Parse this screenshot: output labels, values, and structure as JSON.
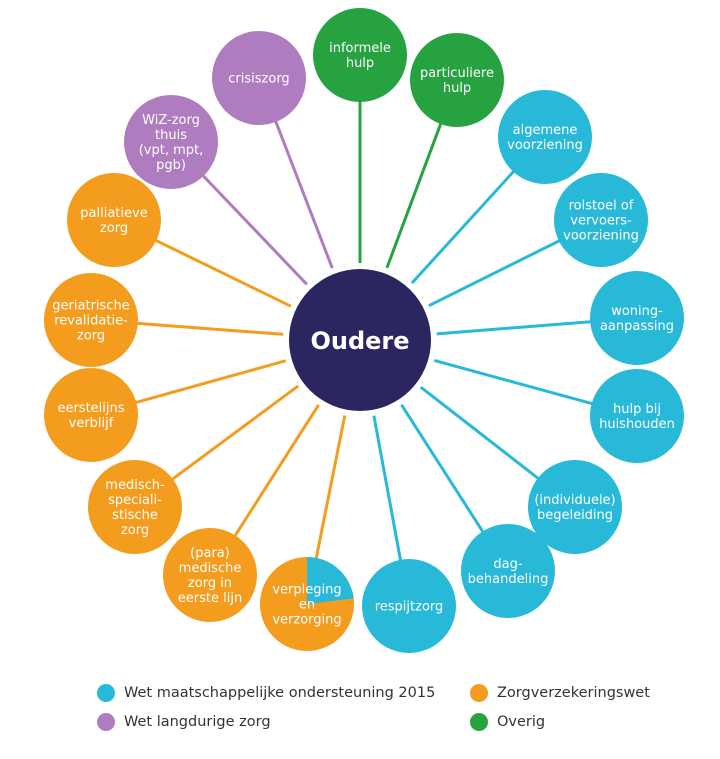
{
  "colors": {
    "wmo": "#29b9d8",
    "zvw": "#f39c1e",
    "wlz": "#b07cc0",
    "overig": "#26a240",
    "center": "#2b2560"
  },
  "center": {
    "label": "Oudere"
  },
  "nodes": [
    {
      "id": "informele-hulp",
      "lines": [
        "informele",
        "hulp"
      ],
      "category": "overig"
    },
    {
      "id": "particuliere-hulp",
      "lines": [
        "particuliere",
        "hulp"
      ],
      "category": "overig"
    },
    {
      "id": "algemene-voorziening",
      "lines": [
        "algemene",
        "voorziening"
      ],
      "category": "wmo"
    },
    {
      "id": "rolstoel",
      "lines": [
        "rolstoel of",
        "vervoers-",
        "voorziening"
      ],
      "category": "wmo"
    },
    {
      "id": "woningaanpassing",
      "lines": [
        "woning-",
        "aanpassing"
      ],
      "category": "wmo"
    },
    {
      "id": "hulp-bij-huishouden",
      "lines": [
        "hulp bij",
        "huishouden"
      ],
      "category": "wmo"
    },
    {
      "id": "individuele-begeleiding",
      "lines": [
        "(individuele)",
        "begeleiding"
      ],
      "category": "wmo"
    },
    {
      "id": "dagbehandeling",
      "lines": [
        "dag-",
        "behandeling"
      ],
      "category": "wmo"
    },
    {
      "id": "respijtzorg",
      "lines": [
        "respijtzorg"
      ],
      "category": "wmo"
    },
    {
      "id": "verpleging-en-verzorging",
      "lines": [
        "verpleging",
        "en",
        "verzorging"
      ],
      "category": "split"
    },
    {
      "id": "para-medische-zorg",
      "lines": [
        "(para)",
        "medische",
        "zorg in",
        "eerste lijn"
      ],
      "category": "zvw"
    },
    {
      "id": "medisch-specialistische-zorg",
      "lines": [
        "medisch-",
        "speciali-",
        "stische",
        "zorg"
      ],
      "category": "zvw"
    },
    {
      "id": "eerstelijns-verblijf",
      "lines": [
        "eerstelijns",
        "verblijf"
      ],
      "category": "zvw"
    },
    {
      "id": "geriatrische-revalidatiezorg",
      "lines": [
        "geriatrische",
        "revalidatie-",
        "zorg"
      ],
      "category": "zvw"
    },
    {
      "id": "palliatieve-zorg",
      "lines": [
        "palliatieve",
        "zorg"
      ],
      "category": "zvw"
    },
    {
      "id": "wlz-zorg-thuis",
      "lines": [
        "WiZ-zorg",
        "thuis",
        "(vpt, mpt,",
        "pgb)"
      ],
      "category": "wlz"
    },
    {
      "id": "crisiszorg",
      "lines": [
        "crisiszorg"
      ],
      "category": "wlz"
    }
  ],
  "legend": [
    {
      "label": "Wet maatschappelijke ondersteuning 2015",
      "color": "#29b9d8"
    },
    {
      "label": "Zorgverzekeringswet",
      "color": "#f39c1e"
    },
    {
      "label": "Wet langdurige zorg",
      "color": "#b07cc0"
    },
    {
      "label": "Overig",
      "color": "#26a240"
    }
  ]
}
